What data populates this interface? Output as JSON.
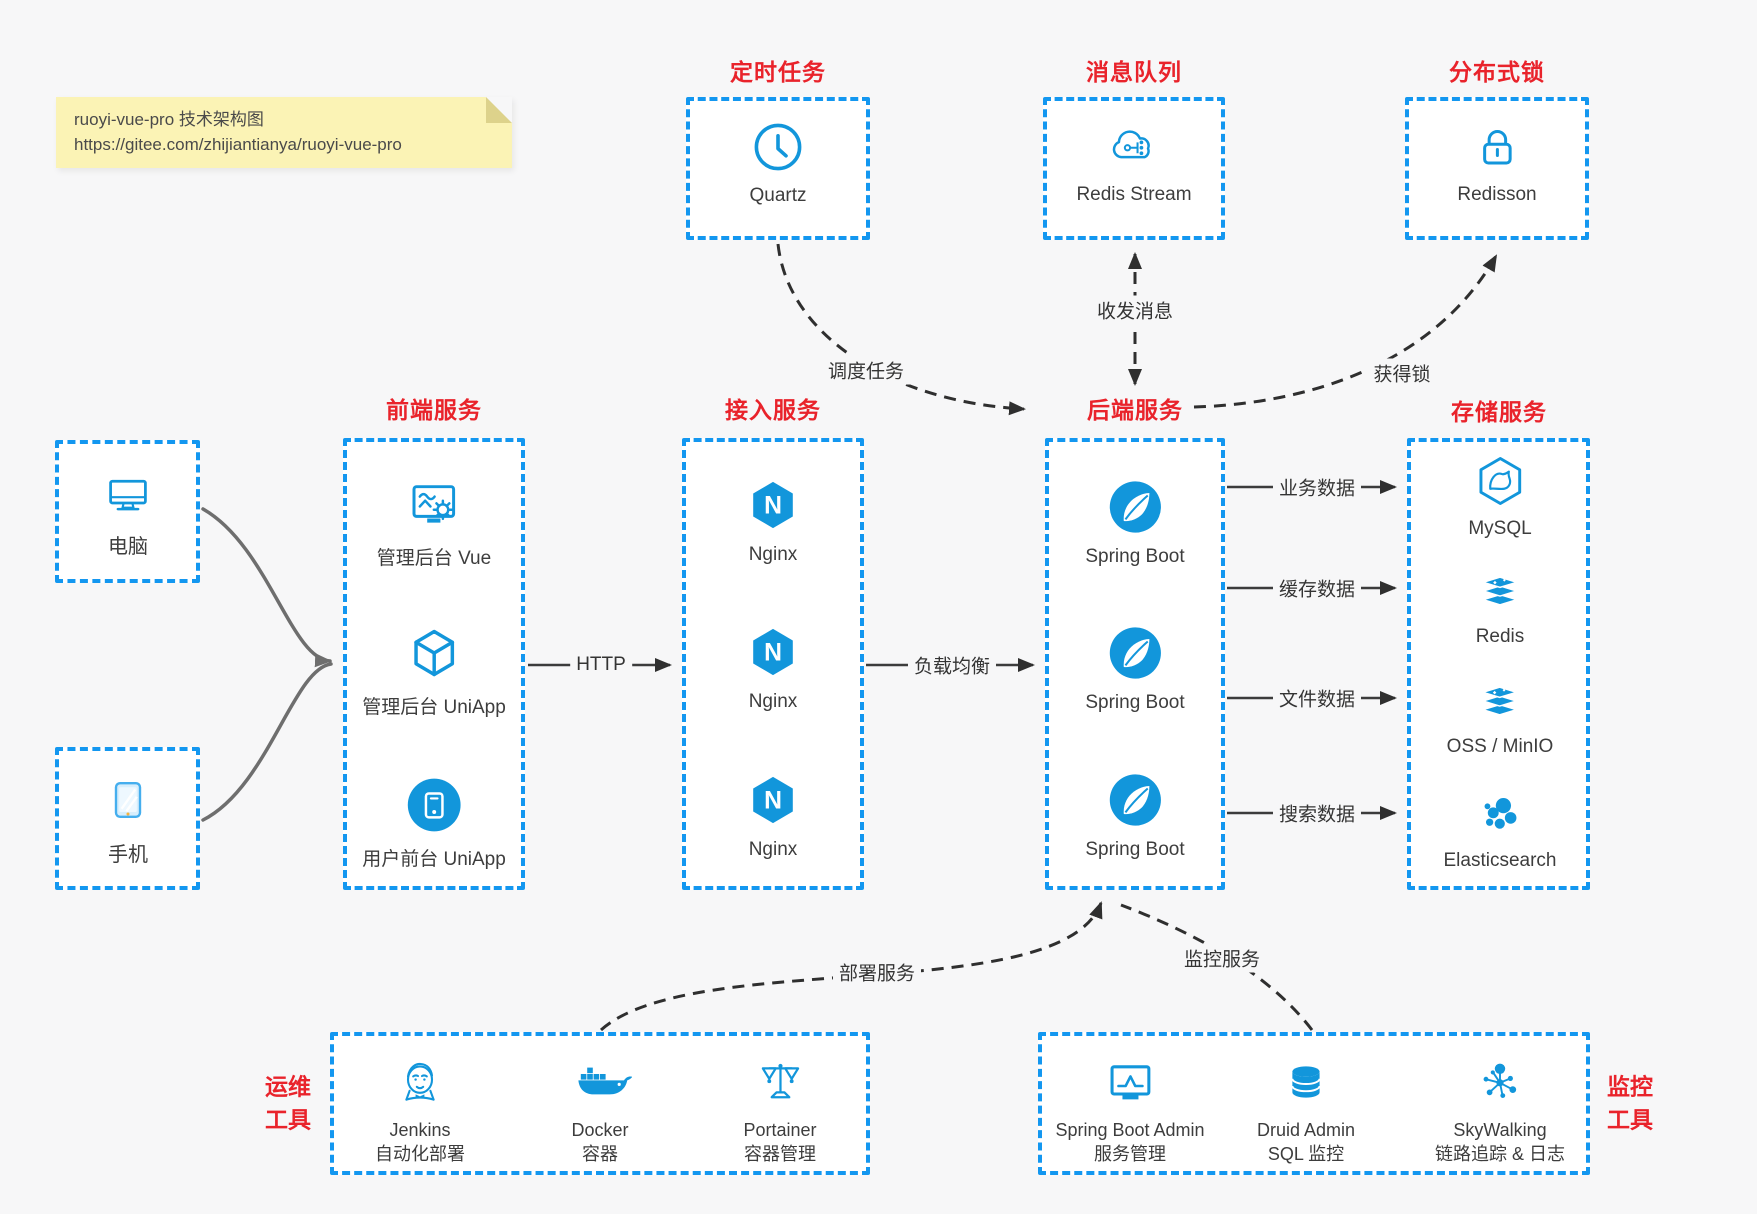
{
  "note": {
    "line1": "ruoyi-vue-pro 技术架构图",
    "line2": "https://gitee.com/zhijiantianya/ruoyi-vue-pro"
  },
  "colors": {
    "icon_blue": "#1296db",
    "border_blue": "#1397f0",
    "title_red": "#e9232b",
    "arrow_dark": "#2f2f2f",
    "arrow_gray": "#6e6e6e",
    "note_bg": "#fbf3b5",
    "page_bg": "#f7f7f8"
  },
  "clients": [
    {
      "label": "电脑",
      "icon": "desktop-icon"
    },
    {
      "label": "手机",
      "icon": "smartphone-icon"
    }
  ],
  "groups": {
    "scheduled": {
      "title": "定时任务",
      "items": [
        {
          "label": "Quartz",
          "icon": "clock-icon"
        }
      ]
    },
    "mq": {
      "title": "消息队列",
      "items": [
        {
          "label": "Redis Stream",
          "icon": "cloud-stream-icon"
        }
      ]
    },
    "dlock": {
      "title": "分布式锁",
      "items": [
        {
          "label": "Redisson",
          "icon": "lock-icon"
        }
      ]
    },
    "frontend": {
      "title": "前端服务",
      "items": [
        {
          "label": "管理后台 Vue",
          "icon": "admin-vue-icon"
        },
        {
          "label": "管理后台 UniApp",
          "icon": "cube-icon"
        },
        {
          "label": "用户前台 UniApp",
          "icon": "mobile-app-icon"
        }
      ]
    },
    "gateway": {
      "title": "接入服务",
      "items": [
        {
          "label": "Nginx",
          "icon": "nginx-icon"
        },
        {
          "label": "Nginx",
          "icon": "nginx-icon"
        },
        {
          "label": "Nginx",
          "icon": "nginx-icon"
        }
      ]
    },
    "backend": {
      "title": "后端服务",
      "items": [
        {
          "label": "Spring Boot",
          "icon": "spring-boot-icon"
        },
        {
          "label": "Spring Boot",
          "icon": "spring-boot-icon"
        },
        {
          "label": "Spring Boot",
          "icon": "spring-boot-icon"
        }
      ]
    },
    "storage": {
      "title": "存储服务",
      "items": [
        {
          "label": "MySQL",
          "icon": "mysql-icon"
        },
        {
          "label": "Redis",
          "icon": "redis-stack-icon"
        },
        {
          "label": "OSS / MinIO",
          "icon": "object-storage-icon"
        },
        {
          "label": "Elasticsearch",
          "icon": "elasticsearch-icon"
        }
      ]
    },
    "ops": {
      "title_line1": "运维",
      "title_line2": "工具",
      "items": [
        {
          "name": "Jenkins",
          "desc": "自动化部署",
          "icon": "jenkins-icon"
        },
        {
          "name": "Docker",
          "desc": "容器",
          "icon": "docker-icon"
        },
        {
          "name": "Portainer",
          "desc": "容器管理",
          "icon": "portainer-icon"
        }
      ]
    },
    "monitoring": {
      "title_line1": "监控",
      "title_line2": "工具",
      "items": [
        {
          "name": "Spring Boot Admin",
          "desc": "服务管理",
          "icon": "spring-boot-admin-icon"
        },
        {
          "name": "Druid Admin",
          "desc": "SQL 监控",
          "icon": "druid-icon"
        },
        {
          "name": "SkyWalking",
          "desc": "链路追踪 & 日志",
          "icon": "skywalking-icon"
        }
      ]
    }
  },
  "edges": {
    "http": "HTTP",
    "lb": "负载均衡",
    "biz": "业务数据",
    "cache": "缓存数据",
    "file": "文件数据",
    "search": "搜索数据",
    "schedule": "调度任务",
    "msg": "收发消息",
    "lock": "获得锁",
    "deploy": "部署服务",
    "monitor": "监控服务"
  }
}
